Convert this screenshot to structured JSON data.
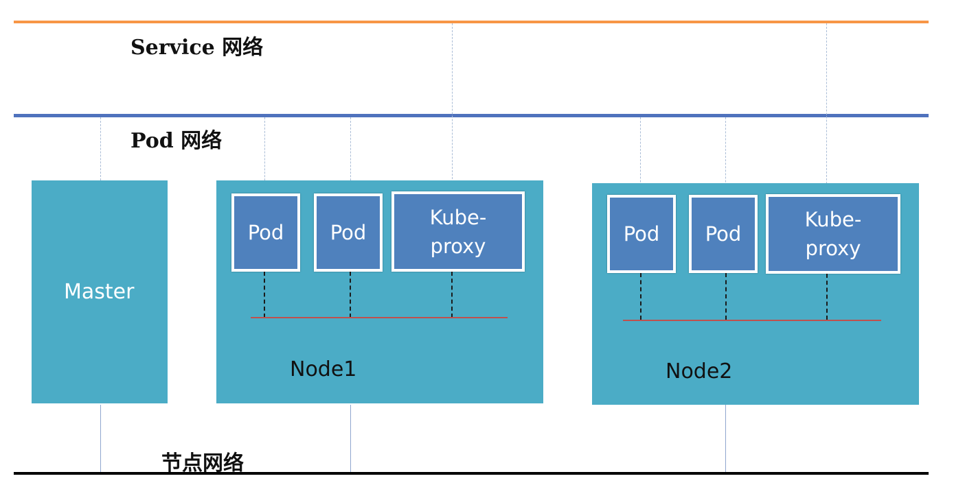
{
  "networks": {
    "service": "Service 网络",
    "pod": "Pod 网络",
    "node": "节点网络"
  },
  "master": {
    "label": "Master"
  },
  "node1": {
    "label": "Node1",
    "pod1": "Pod",
    "pod2": "Pod",
    "proxy": "Kube-\nproxy"
  },
  "node2": {
    "label": "Node2",
    "pod1": "Pod",
    "pod2": "Pod",
    "proxy": "Kube-\nproxy"
  },
  "colors": {
    "service_line": "#f79646",
    "pod_line": "#4f72bd",
    "node_line": "#000000",
    "box_fill": "#4bacc6",
    "inner_fill": "#4f81bd",
    "bridge": "#c0504d"
  }
}
